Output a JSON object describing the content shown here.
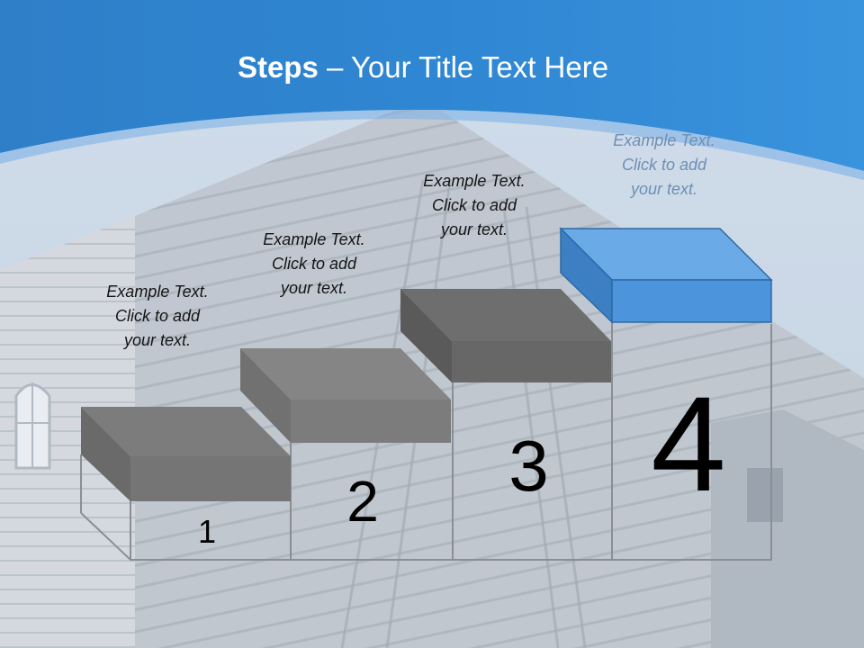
{
  "slide": {
    "title_bold": "Steps",
    "title_rest": " – Your Title Text Here",
    "colors": {
      "header_blue": "#2f86d2",
      "step_gray": "#7a7a7a",
      "step_blue": "#5b9ddd",
      "caption_light": "#6f8fb4"
    }
  },
  "steps": [
    {
      "number": "1",
      "caption": [
        "Example Text.",
        "Click  to add",
        "your text."
      ]
    },
    {
      "number": "2",
      "caption": [
        "Example Text.",
        "Click  to add",
        "your text."
      ]
    },
    {
      "number": "3",
      "caption": [
        "Example Text.",
        "Click  to add",
        "your text."
      ]
    },
    {
      "number": "4",
      "caption": [
        "Example Text.",
        "Click  to add",
        "your text."
      ]
    }
  ]
}
